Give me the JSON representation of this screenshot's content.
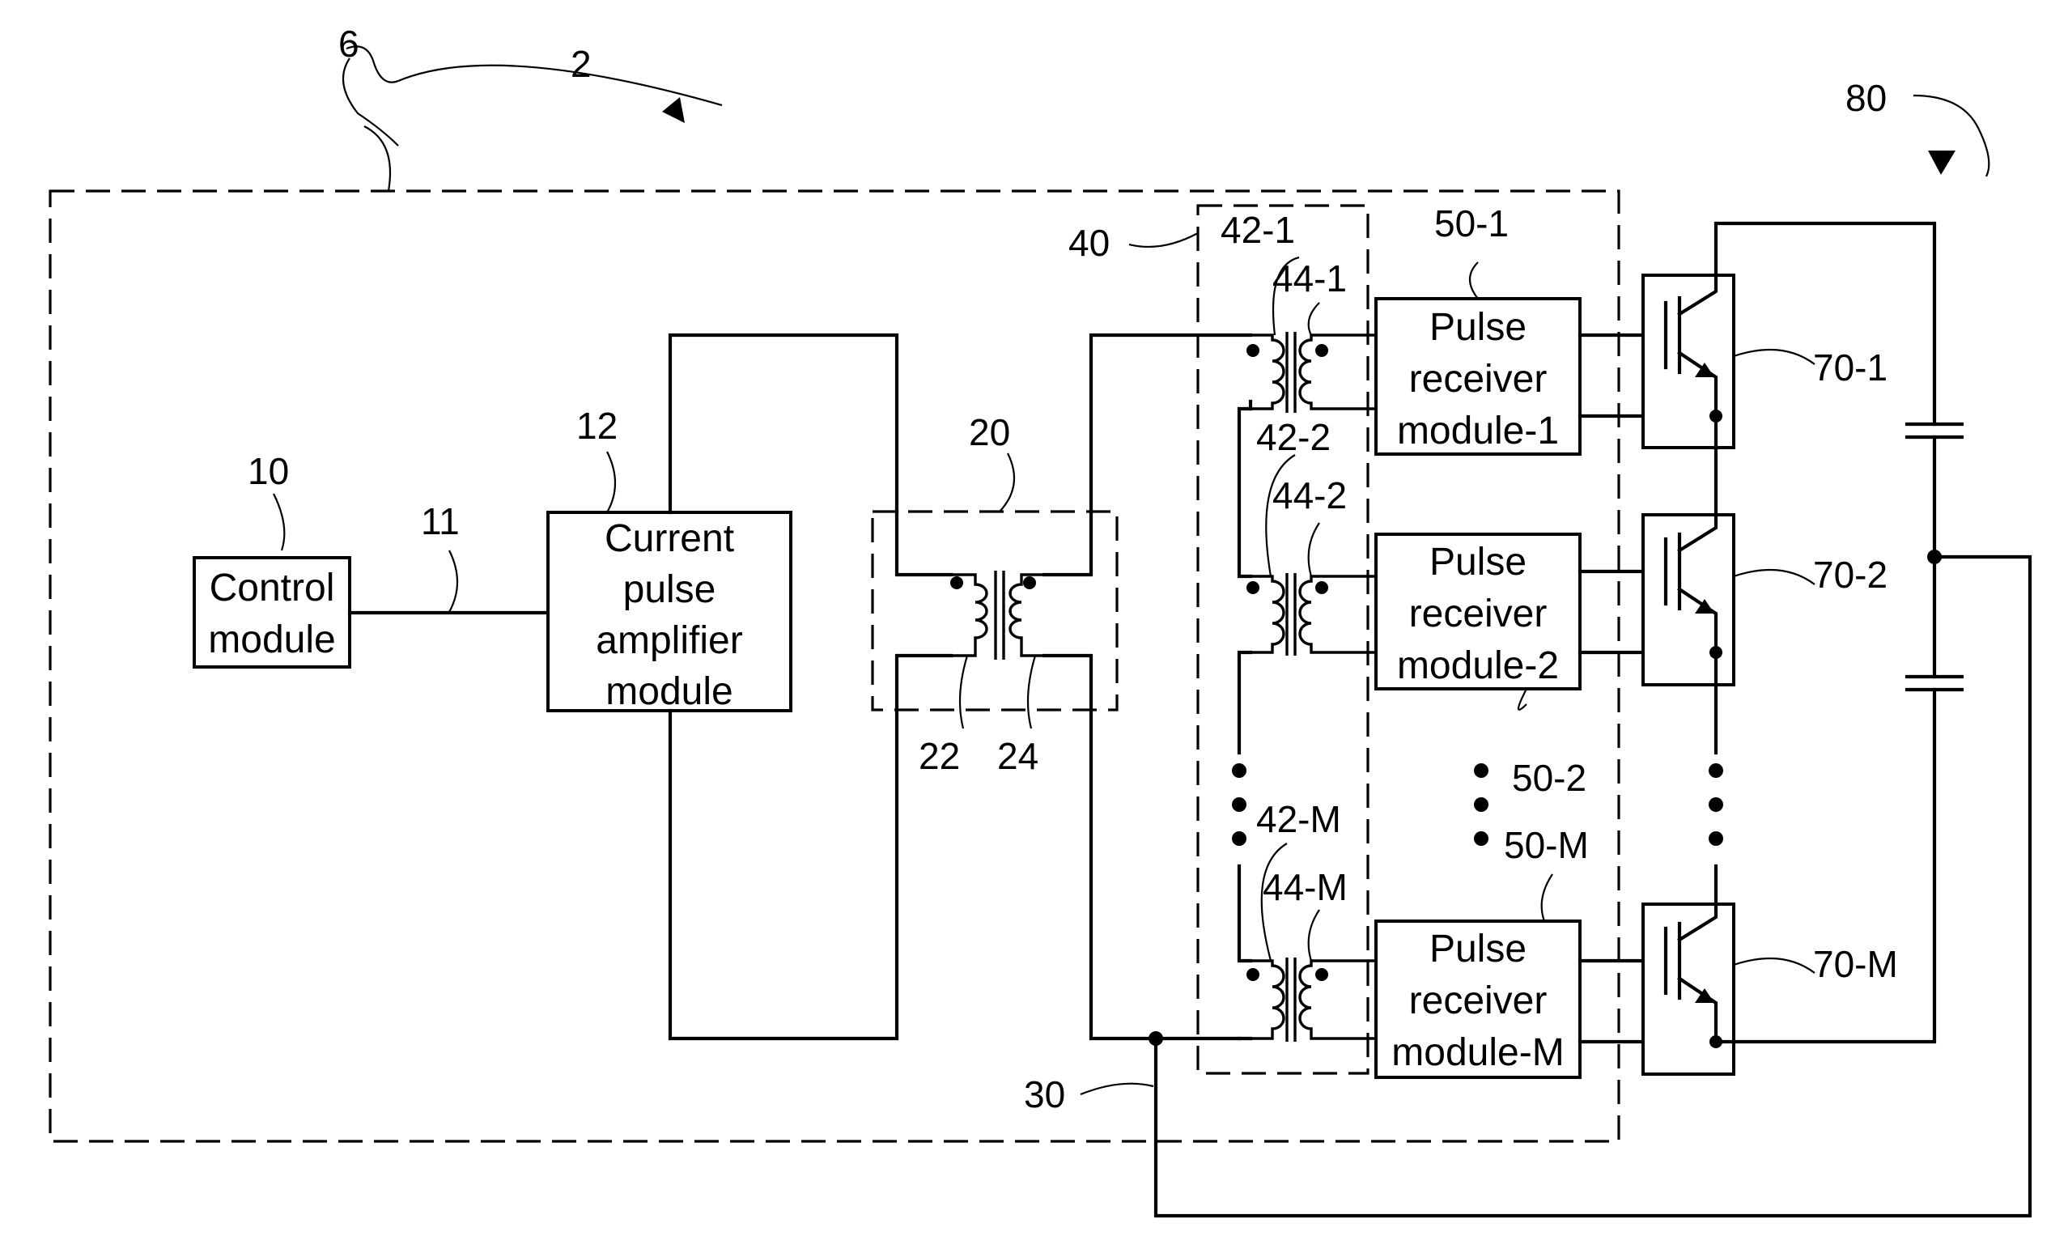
{
  "refs": {
    "enclosure": "6",
    "system": "2",
    "load": "80",
    "control": "10",
    "control_line": "11",
    "amplifier": "12",
    "isolation_transformer": "20",
    "primary": "22",
    "secondary": "24",
    "ground_line": "30",
    "transformer_group": "40",
    "prim_1": "42-1",
    "sec_1": "44-1",
    "prim_2": "42-2",
    "sec_2": "44-2",
    "prim_m": "42-M",
    "sec_m": "44-M",
    "recv_1": "50-1",
    "recv_2": "50-2",
    "recv_m": "50-M",
    "sw_1": "70-1",
    "sw_2": "70-2",
    "sw_m": "70-M"
  },
  "blocks": {
    "control": [
      "Control",
      "module"
    ],
    "amplifier": [
      "Current",
      "pulse",
      "amplifier",
      "module"
    ],
    "recv_1": [
      "Pulse",
      "receiver",
      "module-1"
    ],
    "recv_2": [
      "Pulse",
      "receiver",
      "module-2"
    ],
    "recv_m": [
      "Pulse",
      "receiver",
      "module-M"
    ]
  }
}
